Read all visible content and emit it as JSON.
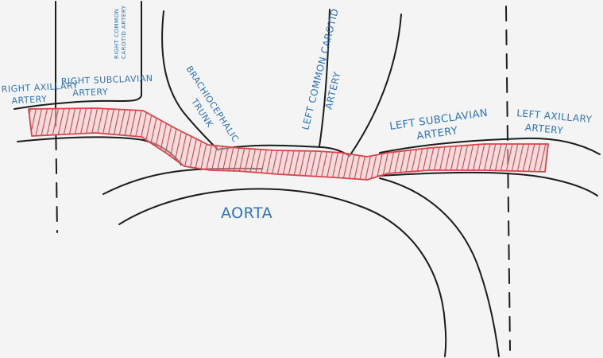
{
  "labels": {
    "right_axillary": [
      "RIGHT AXILLARY",
      "ARTERY"
    ],
    "right_subclavian": [
      "RIGHT SUBCLAVIAN",
      "ARTERY"
    ],
    "right_common_carotid": [
      "RIGHT COMMON",
      "CAROTID ARTERY"
    ],
    "brachiocephalic": [
      "BRACHIOCEPHALIC",
      "TRUNK"
    ],
    "left_common_carotid": [
      "LEFT COMMON CAROTID",
      "ARTERY"
    ],
    "left_subclavian": [
      "LEFT SUBCLAVIAN",
      "ARTERY"
    ],
    "left_axillary": [
      "LEFT AXILLARY",
      "ARTERY"
    ],
    "aorta": "AORTA"
  },
  "colors": {
    "ink": "#1c1c1c",
    "label": "#2f73b8",
    "highlight_stroke": "#d9444a",
    "highlight_fill": "#f3c9cb",
    "background": "#f4f4f4"
  }
}
